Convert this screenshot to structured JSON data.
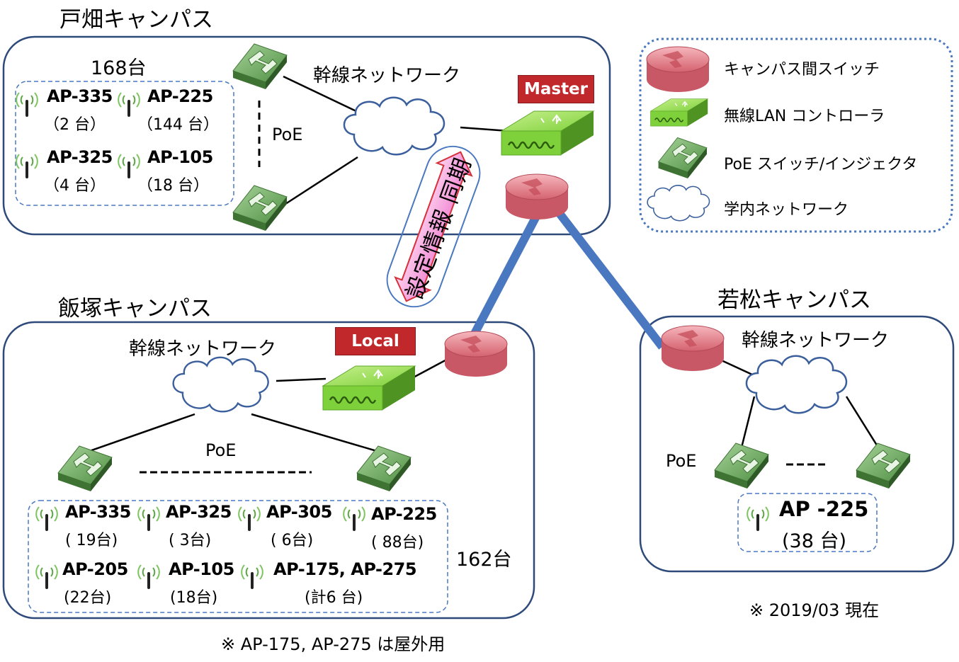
{
  "campuses": {
    "tobata": {
      "title": "戸畑キャンパス",
      "backbone": "幹線ネットワーク",
      "count": "168台",
      "poe": "PoE",
      "badge": "Master",
      "aps": [
        {
          "name": "AP-335",
          "qty": "（2 台）"
        },
        {
          "name": "AP-225",
          "qty": "（144 台）"
        },
        {
          "name": "AP-325",
          "qty": "（4 台）"
        },
        {
          "name": "AP-105",
          "qty": "（18 台）"
        }
      ]
    },
    "iizuka": {
      "title": "飯塚キャンパス",
      "backbone": "幹線ネットワーク",
      "count": "162台",
      "poe": "PoE",
      "badge": "Local",
      "aps": [
        {
          "name": "AP-335",
          "qty": "( 19台)"
        },
        {
          "name": "AP-325",
          "qty": "( 3台)"
        },
        {
          "name": "AP-305",
          "qty": "( 6台)"
        },
        {
          "name": "AP-225",
          "qty": "( 88台)"
        },
        {
          "name": "AP-205",
          "qty": "(22台)"
        },
        {
          "name": "AP-105",
          "qty": "(18台)"
        },
        {
          "name": "AP-175, AP-275",
          "qty": "(計6 台)"
        }
      ]
    },
    "wakamatsu": {
      "title": "若松キャンパス",
      "backbone": "幹線ネットワーク",
      "poe": "PoE",
      "aps": [
        {
          "name": "AP -225",
          "qty": "(38 台)"
        }
      ]
    }
  },
  "sync_label": "設定情報 同期",
  "legend": {
    "items": [
      {
        "icon": "router-icon",
        "label": "キャンパス間スイッチ"
      },
      {
        "icon": "wlan-controller-icon",
        "label": "無線LAN コントローラ"
      },
      {
        "icon": "poe-switch-icon",
        "label": "PoE スイッチ/インジェクタ"
      },
      {
        "icon": "cloud-icon",
        "label": "学内ネットワーク"
      }
    ]
  },
  "notes": {
    "outdoor": "※ AP-175, AP-275 は屋外用",
    "date": "※ 2019/03 現在"
  },
  "colors": {
    "campus_border": "#2e4a7a",
    "inter_campus_link": "#4a78c0",
    "controller": "#7fd13b",
    "poe_switch": "#5a9a4c",
    "router": "#e07a85",
    "badge": "#c0282c",
    "sync_arrow": "#f08ad2",
    "dashed_border": "#4a78c0"
  }
}
